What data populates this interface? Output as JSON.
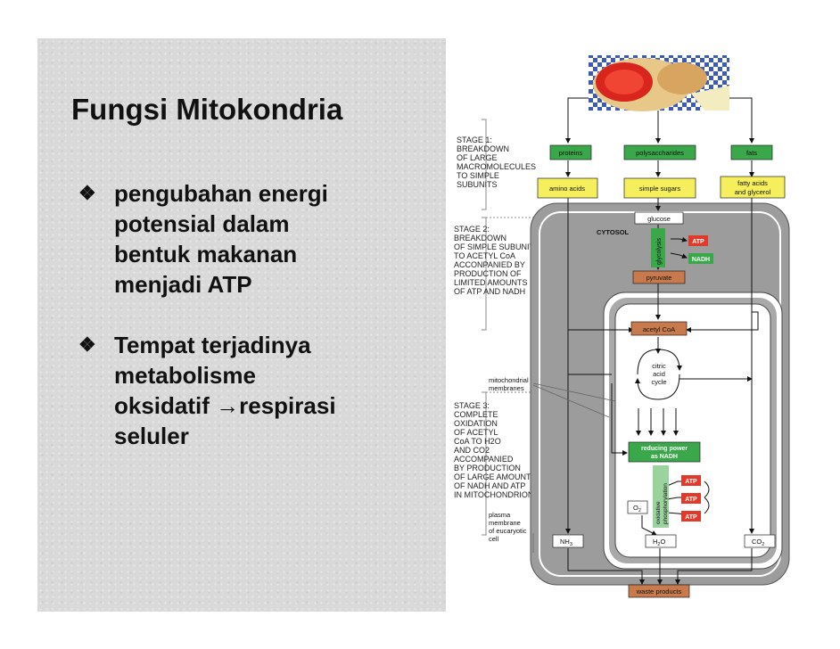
{
  "slide": {
    "title": "Fungsi Mitokondria",
    "bullets": [
      {
        "lines": [
          "pengubahan energi",
          "potensial dalam",
          "bentuk makanan",
          "menjadi ATP"
        ]
      },
      {
        "lines": [
          "Tempat terjadinya",
          "metabolisme",
          "oksidatif →respirasi",
          "seluler"
        ]
      }
    ]
  },
  "diagram": {
    "stage1": [
      "STAGE 1:",
      "BREAKDOWN",
      "OF LARGE",
      "MACROMOLECULES",
      "TO SIMPLE",
      "SUBUNITS"
    ],
    "stage2": [
      "STAGE 2:",
      "BREAKDOWN",
      "OF SIMPLE SUBUNITS",
      "TO ACETYL CoA",
      "ACCONPANIED BY",
      "PRODUCTION OF",
      "LIMITED AMOUNTS",
      "OF ATP AND NADH"
    ],
    "stage3": [
      "STAGE 3:",
      "COMPLETE",
      "OXIDATION",
      "OF ACETYL",
      "CoA TO H2O",
      "AND CO2",
      "ACCOMPANIED",
      "BY PRODUCTION",
      "OF LARGE AMOUNTS",
      "OF NADH AND ATP",
      "IN MITOCHONDRION"
    ],
    "proteins": "proteins",
    "polysaccharides": "polysaccharides",
    "fats": "fats",
    "amino_acids": "amino acids",
    "simple_sugars": "simple sugars",
    "fatty_acids": [
      "fatty acids",
      "and glycerol"
    ],
    "glucose": "glucose",
    "cytosol": "CYTOSOL",
    "glycolysis": "glycolysis",
    "atp": "ATP",
    "nadh": "NADH",
    "pyruvate": "pyruvate",
    "acetyl_coa": "acetyl CoA",
    "citric": [
      "citric",
      "acid",
      "cycle"
    ],
    "mito_membranes": [
      "mitochondrial",
      "membranes"
    ],
    "reducing_power": [
      "reducing power",
      "as NADH"
    ],
    "oxidative": [
      "oxidative",
      "phosphorylation"
    ],
    "o2": "O",
    "o2_sub": "2",
    "nh3": "NH",
    "nh3_sub": "3",
    "h2o": "H",
    "h2o_sub": "2",
    "h2o_end": "O",
    "co2": "CO",
    "co2_sub": "2",
    "plasma": [
      "plasma",
      "membrane",
      "of eucaryotic",
      "cell"
    ],
    "waste": "waste products",
    "colors": {
      "green": "#3aa84a",
      "yellow": "#f5ef5e",
      "orange": "#c87a4d",
      "red": "#e13a2a",
      "cell": "#9c9c9c",
      "mito_fill": "#a9a9a9"
    }
  }
}
